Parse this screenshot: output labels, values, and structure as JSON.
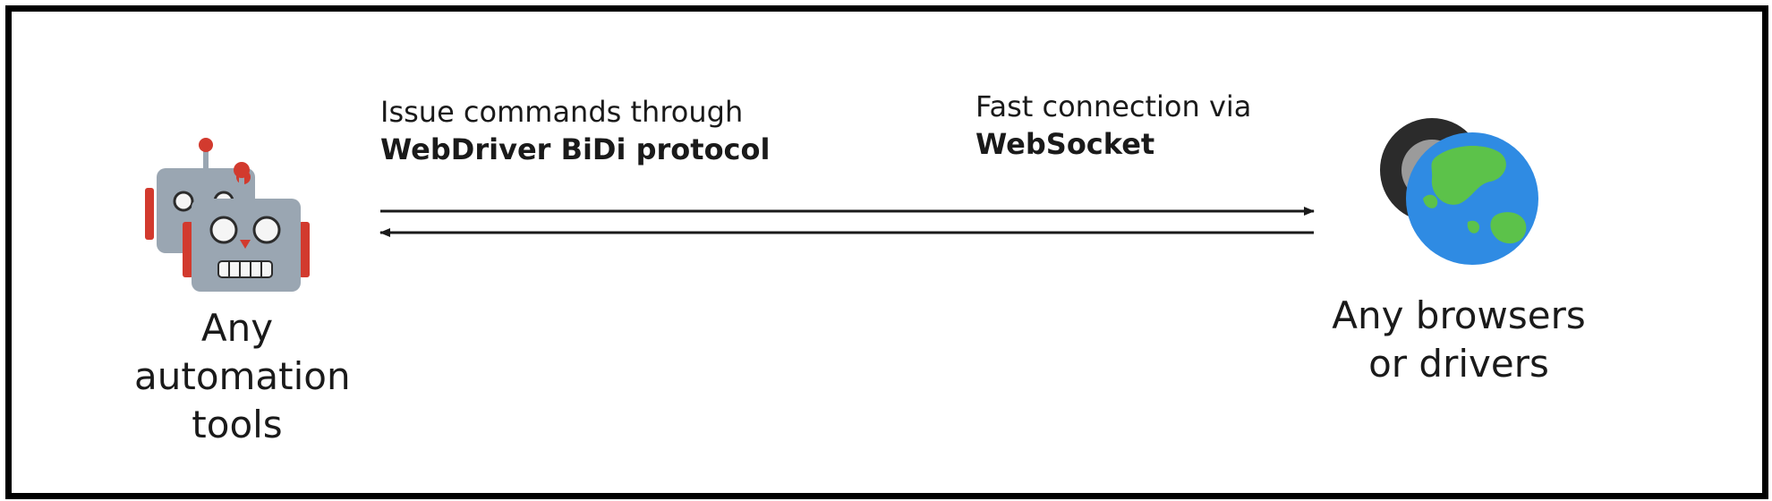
{
  "commands": {
    "line1": "Issue commands through",
    "line2": "WebDriver BiDi protocol"
  },
  "connection": {
    "line1": "Fast connection via",
    "line2": "WebSocket"
  },
  "left_node": {
    "lines": [
      "Any",
      "automation",
      "tools"
    ],
    "icon": "robot-icon"
  },
  "right_node": {
    "lines": [
      "Any browsers",
      "or drivers"
    ],
    "icon": "globe-with-tire-icon"
  },
  "colors": {
    "robot_body": "#9aa6b2",
    "robot_ears": "#d23a2e",
    "globe_ocean": "#2f8be3",
    "globe_land": "#5cc24a",
    "tire": "#2b2b2b"
  }
}
